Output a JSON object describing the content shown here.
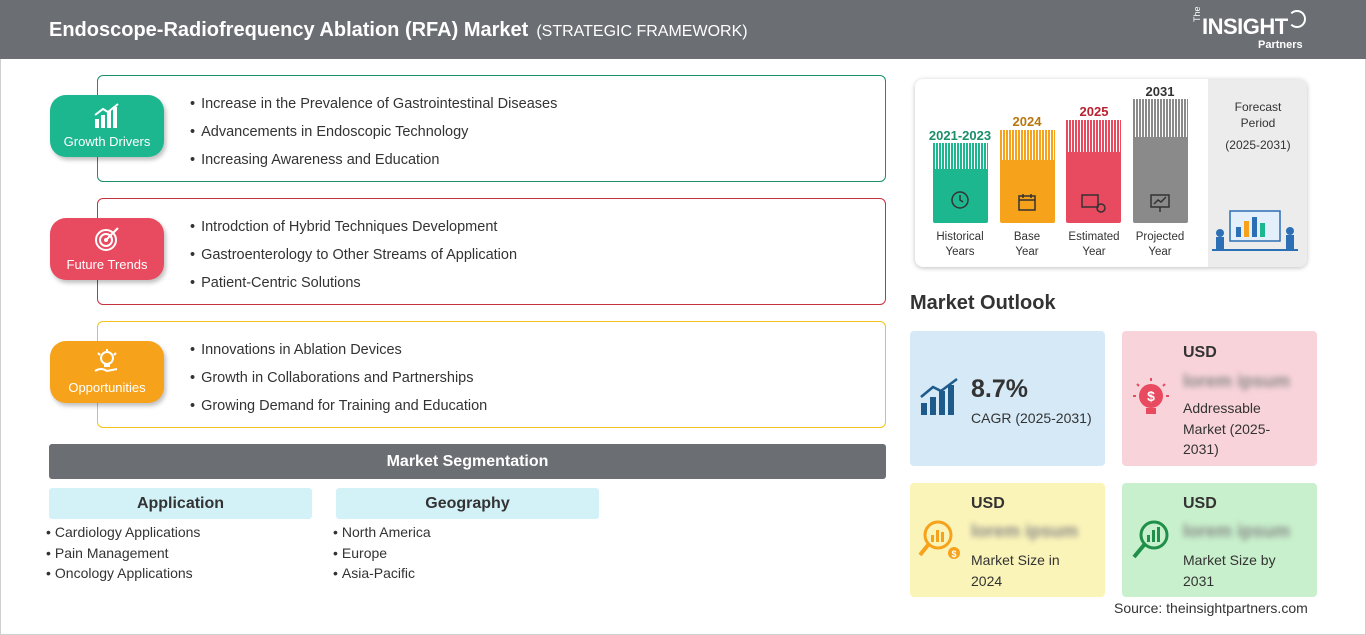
{
  "header": {
    "title": "Endoscope-Radiofrequency Ablation (RFA) Market",
    "subtitle": "(STRATEGIC FRAMEWORK)",
    "logo": {
      "the": "The",
      "insight": "INSIGHT",
      "partners": "Partners"
    }
  },
  "categories": [
    {
      "label": "Growth Drivers",
      "color": "#1cb68f",
      "border": "#1a8f6a",
      "items": [
        "Increase in the Prevalence of Gastrointestinal Diseases",
        "Advancements in Endoscopic Technology",
        "Increasing Awareness and Education"
      ]
    },
    {
      "label": "Future Trends",
      "color": "#e84a5f",
      "border": "#c8323f",
      "items": [
        "Introdction of Hybrid Techniques Development",
        "Gastroenterology to Other Streams of Application",
        "Patient-Centric Solutions"
      ]
    },
    {
      "label": "Opportunities",
      "color": "#f7a21b",
      "border": "#f2c21a",
      "items": [
        "Innovations in Ablation Devices",
        "Growth in Collaborations and Partnerships",
        "Growing Demand for Training and Education"
      ]
    }
  ],
  "segmentation": {
    "title": "Market Segmentation",
    "groups": [
      {
        "title": "Application",
        "items": [
          "Cardiology Applications",
          "Pain Management",
          "Oncology Applications"
        ]
      },
      {
        "title": "Geography",
        "items": [
          "North America",
          "Europe",
          "Asia-Pacific"
        ]
      }
    ]
  },
  "timeline": {
    "bars": [
      {
        "year": "2021-2023",
        "caption": [
          "Historical",
          "Years"
        ],
        "color": "#1cb68f",
        "yearColor": "#1a8f6a"
      },
      {
        "year": "2024",
        "caption": [
          "Base",
          "Year"
        ],
        "color": "#f7a21b",
        "yearColor": "#b8760c"
      },
      {
        "year": "2025",
        "caption": [
          "Estimated",
          "Year"
        ],
        "color": "#e84a5f",
        "yearColor": "#b8202f"
      },
      {
        "year": "2031",
        "caption": [
          "Projected",
          "Year"
        ],
        "color": "#8a8a8a",
        "yearColor": "#333333"
      }
    ],
    "forecast": {
      "line1": "Forecast",
      "line2": "Period",
      "line3": "(2025-2031)"
    }
  },
  "outlook": {
    "title": "Market Outlook",
    "cagr": {
      "value": "8.7%",
      "label": "CAGR (2025-2031)",
      "bg": "#d5e9f7"
    },
    "addressable": {
      "usd": "USD",
      "value": "lorem ipsum",
      "desc": [
        "Addressable",
        "Market (2025-",
        "2031)"
      ],
      "bg": "#f8d4da"
    },
    "size2024": {
      "usd": "USD",
      "value": "lorem ipsum",
      "desc": [
        "Market Size in",
        "2024"
      ],
      "bg": "#fbf4b9"
    },
    "size2031": {
      "usd": "USD",
      "value": "lorem ipsum",
      "desc": [
        "Market Size by",
        "2031"
      ],
      "bg": "#c8f0cc"
    }
  },
  "source": "Source: theinsightpartners.com"
}
